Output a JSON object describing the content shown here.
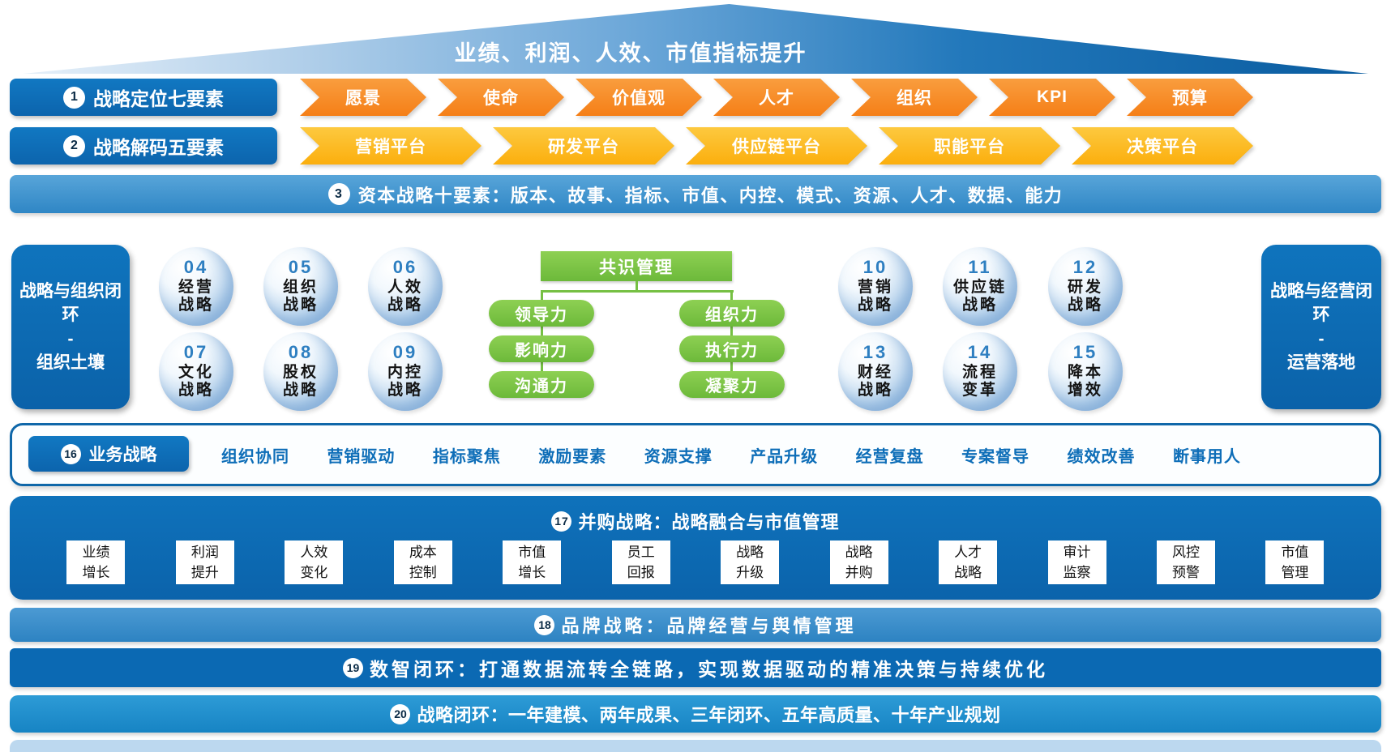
{
  "roof": {
    "title": "业绩、利润、人效、市值指标提升"
  },
  "row1": {
    "num": "1",
    "label": "战略定位七要素",
    "arrows": [
      "愿景",
      "使命",
      "价值观",
      "人才",
      "组织",
      "KPI",
      "预算"
    ]
  },
  "row2": {
    "num": "2",
    "label": "战略解码五要素",
    "arrows": [
      "营销平台",
      "研发平台",
      "供应链平台",
      "职能平台",
      "决策平台"
    ]
  },
  "row3": {
    "num": "3",
    "text": "资本战略十要素：版本、故事、指标、市值、内控、模式、资源、人才、数据、能力"
  },
  "middle": {
    "left_box": {
      "line1": "战略与组织闭环",
      "divider": "-",
      "line2": "组织土壤"
    },
    "right_box": {
      "line1": "战略与经营闭环",
      "divider": "-",
      "line2": "运营落地"
    },
    "spheres": [
      {
        "num": "04",
        "l1": "经营",
        "l2": "战略"
      },
      {
        "num": "05",
        "l1": "组织",
        "l2": "战略"
      },
      {
        "num": "06",
        "l1": "人效",
        "l2": "战略"
      },
      {
        "num": "07",
        "l1": "文化",
        "l2": "战略"
      },
      {
        "num": "08",
        "l1": "股权",
        "l2": "战略"
      },
      {
        "num": "09",
        "l1": "内控",
        "l2": "战略"
      },
      {
        "num": "10",
        "l1": "营销",
        "l2": "战略"
      },
      {
        "num": "11",
        "l1": "供应链",
        "l2": "战略"
      },
      {
        "num": "12",
        "l1": "研发",
        "l2": "战略"
      },
      {
        "num": "13",
        "l1": "财经",
        "l2": "战略"
      },
      {
        "num": "14",
        "l1": "流程",
        "l2": "变革"
      },
      {
        "num": "15",
        "l1": "降本",
        "l2": "增效"
      }
    ],
    "tree": {
      "root": "共识管理",
      "left": [
        "领导力",
        "影响力",
        "沟通力"
      ],
      "right": [
        "组织力",
        "执行力",
        "凝聚力"
      ]
    }
  },
  "row16": {
    "num": "16",
    "label": "业务战略",
    "items": [
      "组织协同",
      "营销驱动",
      "指标聚焦",
      "激励要素",
      "资源支撑",
      "产品升级",
      "经营复盘",
      "专案督导",
      "绩效改善",
      "断事用人"
    ]
  },
  "row17": {
    "num": "17",
    "title": "并购战略：战略融合与市值管理",
    "boxes": [
      {
        "l1": "业绩",
        "l2": "增长"
      },
      {
        "l1": "利润",
        "l2": "提升"
      },
      {
        "l1": "人效",
        "l2": "变化"
      },
      {
        "l1": "成本",
        "l2": "控制"
      },
      {
        "l1": "市值",
        "l2": "增长"
      },
      {
        "l1": "员工",
        "l2": "回报"
      },
      {
        "l1": "战略",
        "l2": "升级"
      },
      {
        "l1": "战略",
        "l2": "并购"
      },
      {
        "l1": "人才",
        "l2": "战略"
      },
      {
        "l1": "审计",
        "l2": "监察"
      },
      {
        "l1": "风控",
        "l2": "预警"
      },
      {
        "l1": "市值",
        "l2": "管理"
      }
    ]
  },
  "row18": {
    "num": "18",
    "text": "品牌战略：品牌经营与舆情管理"
  },
  "row19": {
    "num": "19",
    "text": "数智闭环：打通数据流转全链路，实现数据驱动的精准决策与持续优化"
  },
  "row20": {
    "num": "20",
    "text": "战略闭环：一年建模、两年成果、三年闭环、五年高质量、十年产业规划"
  },
  "colors": {
    "primary_blue": "#0d6eb8",
    "bar_blue": "#3e92cf",
    "orange": "#f58220",
    "gold": "#fdb813",
    "green": "#76c043",
    "sphere_number_blue": "#2e7fc1",
    "light_strip": "#bcd8ef"
  }
}
